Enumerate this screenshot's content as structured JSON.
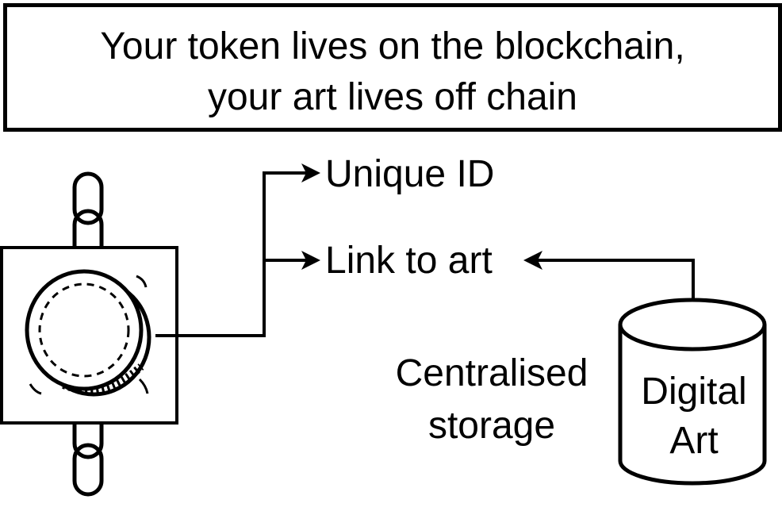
{
  "title": {
    "line1": "Your token lives on the blockchain,",
    "line2": "your art lives off chain"
  },
  "token": {
    "unique_id_label": "Unique ID",
    "link_label": "Link to art"
  },
  "storage": {
    "caption_line1": "Centralised",
    "caption_line2": "storage",
    "db_line1": "Digital",
    "db_line2": "Art"
  }
}
